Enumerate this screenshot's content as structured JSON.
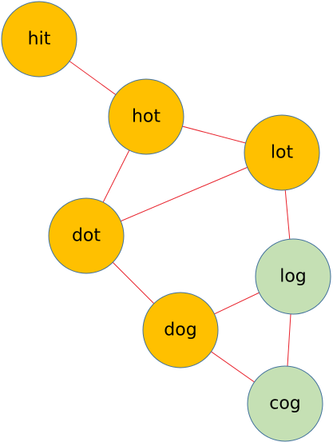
{
  "colors": {
    "orange_fill": "#ffc000",
    "green_fill": "#c5e0b4",
    "node_stroke": "#41719c",
    "edge": "#e8212b"
  },
  "nodes": [
    {
      "id": "hit",
      "label": "hit",
      "color": "orange"
    },
    {
      "id": "hot",
      "label": "hot",
      "color": "orange"
    },
    {
      "id": "lot",
      "label": "lot",
      "color": "orange"
    },
    {
      "id": "dot",
      "label": "dot",
      "color": "orange"
    },
    {
      "id": "log",
      "label": "log",
      "color": "green"
    },
    {
      "id": "dog",
      "label": "dog",
      "color": "orange"
    },
    {
      "id": "cog",
      "label": "cog",
      "color": "green"
    }
  ],
  "edges": [
    [
      "hit",
      "hot"
    ],
    [
      "hot",
      "lot"
    ],
    [
      "hot",
      "dot"
    ],
    [
      "dot",
      "lot"
    ],
    [
      "lot",
      "log"
    ],
    [
      "dot",
      "dog"
    ],
    [
      "dog",
      "log"
    ],
    [
      "dog",
      "cog"
    ],
    [
      "log",
      "cog"
    ]
  ]
}
